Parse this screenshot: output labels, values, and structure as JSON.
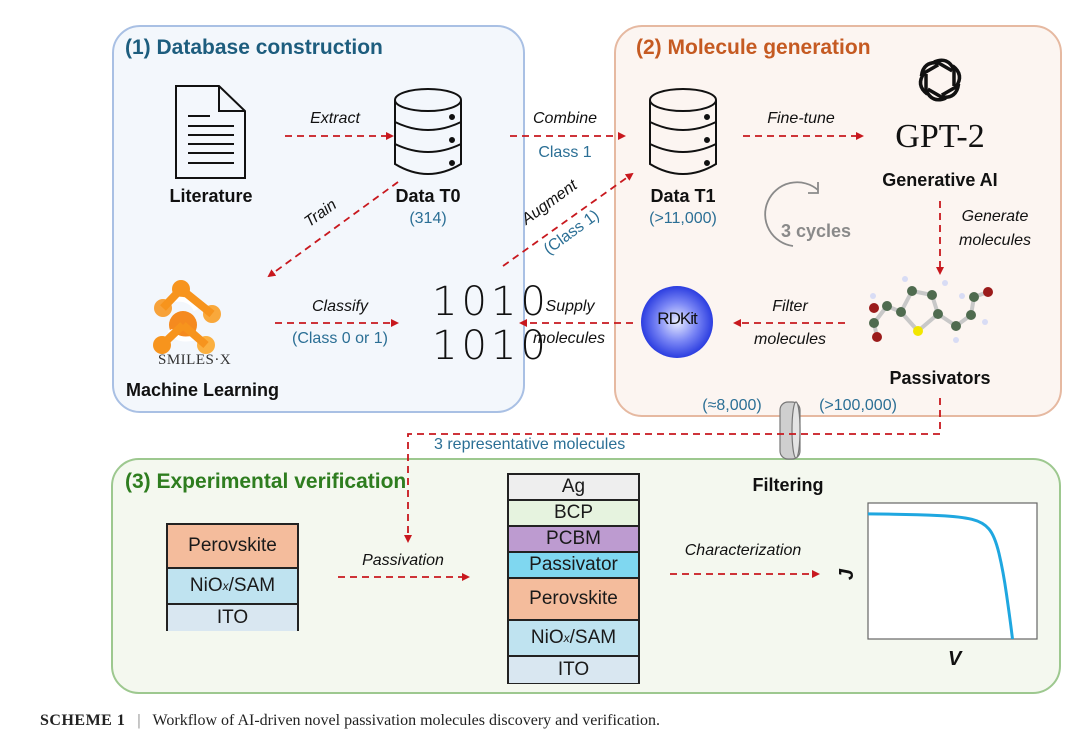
{
  "panels": {
    "database": {
      "title": "(1) Database construction",
      "color": "#1d5d7e"
    },
    "generation": {
      "title": "(2) Molecule generation",
      "color": "#c55a22"
    },
    "verification": {
      "title": "(3) Experimental verification",
      "color": "#2e7d1f"
    }
  },
  "nodes": {
    "literature": {
      "label": "Literature"
    },
    "data_t0": {
      "label": "Data T0",
      "count": "(314)"
    },
    "data_t1": {
      "label": "Data T1",
      "count": "(>11,000)"
    },
    "gpt": {
      "logo_text": "GPT-2",
      "label": "Generative AI"
    },
    "smiles": {
      "logo_text": "SMILES·X",
      "label": "Machine Learning"
    },
    "binary": {
      "row1": "1010",
      "row2": "1010"
    },
    "rdkit": {
      "logo_text": "RDKit"
    },
    "passivators": {
      "label": "Passivators"
    },
    "cycles": {
      "label": "3 cycles"
    },
    "filtering": {
      "label": "Filtering"
    }
  },
  "arrows": {
    "extract": "Extract",
    "combine": "Combine",
    "combine_sub": "Class 1",
    "train": "Train",
    "augment": "Augment",
    "augment_sub": "(Class 1)",
    "classify": "Classify",
    "classify_sub": "(Class 0 or 1)",
    "supply_1": "Supply",
    "supply_2": "molecules",
    "finetune": "Fine-tune",
    "generate_1": "Generate",
    "generate_2": "molecules",
    "filter_1": "Filter",
    "filter_2": "molecules",
    "passivation": "Passivation",
    "characterization": "Characterization"
  },
  "counts": {
    "after_filter": "(≈8,000)",
    "generated": "(>100,000)",
    "representative": "3 representative molecules"
  },
  "device_before": [
    {
      "name": "Perovskite",
      "color": "#f4bc9c"
    },
    {
      "name": "NiO",
      "sub": "x",
      "suffix": "/SAM",
      "color": "#bfe3f0"
    },
    {
      "name": "ITO",
      "color": "#d9e7f1"
    }
  ],
  "device_after": [
    {
      "name": "Ag",
      "color": "#eeeeee"
    },
    {
      "name": "BCP",
      "color": "#e6f3df"
    },
    {
      "name": "PCBM",
      "color": "#bd9bd0"
    },
    {
      "name": "Passivator",
      "color": "#7fd7f0"
    },
    {
      "name": "Perovskite",
      "color": "#f4bc9c"
    },
    {
      "name": "NiO",
      "sub": "x",
      "suffix": "/SAM",
      "color": "#bfe3f0"
    },
    {
      "name": "ITO",
      "color": "#d9e7f1"
    }
  ],
  "jv_plot": {
    "xlabel": "V",
    "ylabel": "J",
    "curve_color": "#1fa7e0",
    "points": [
      [
        0,
        0.92
      ],
      [
        0.3,
        0.915
      ],
      [
        0.55,
        0.9
      ],
      [
        0.68,
        0.86
      ],
      [
        0.75,
        0.76
      ],
      [
        0.8,
        0.5
      ],
      [
        0.84,
        0.15
      ],
      [
        0.855,
        0
      ]
    ]
  },
  "colors": {
    "arrow": "#c8181e",
    "accent_blue": "#2b6f95"
  },
  "caption": {
    "label": "SCHEME 1",
    "text": "Workflow of AI-driven novel passivation molecules discovery and verification."
  }
}
